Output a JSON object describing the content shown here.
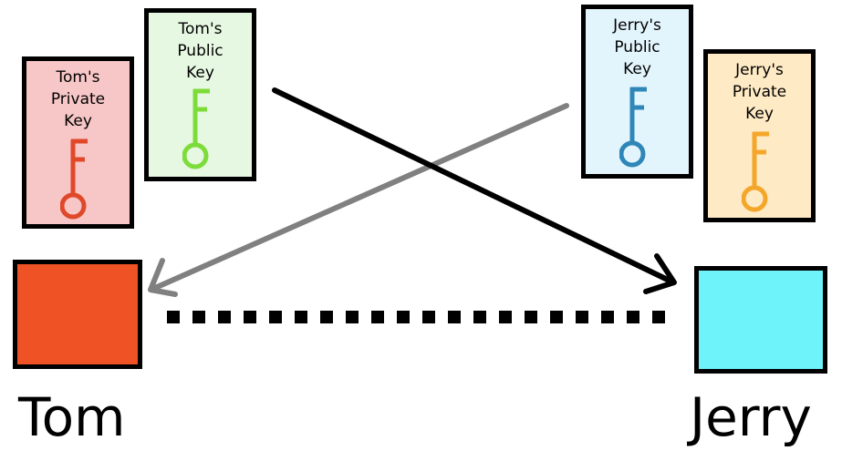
{
  "cards": {
    "tom_private": {
      "lines": [
        "Tom's",
        "Private",
        "Key"
      ],
      "bg": "#f7c6c6",
      "key_color": "#e0482a"
    },
    "tom_public": {
      "lines": [
        "Tom's",
        "Public",
        "Key"
      ],
      "bg": "#e6f8e2",
      "key_color": "#7ddc3a"
    },
    "jerry_public": {
      "lines": [
        "Jerry's",
        "Public",
        "Key"
      ],
      "bg": "#e3f5fc",
      "key_color": "#2f86b8"
    },
    "jerry_private": {
      "lines": [
        "Jerry's",
        "Private",
        "Key"
      ],
      "bg": "#feeac4",
      "key_color": "#f4a62a"
    }
  },
  "parties": {
    "tom": {
      "name": "Tom",
      "color": "#ee5225"
    },
    "jerry": {
      "name": "Jerry",
      "color": "#6ef3fb"
    }
  },
  "connections": {
    "black_arrow_color": "#000000",
    "gray_arrow_color": "#808080",
    "dotted_line_color": "#000000"
  }
}
